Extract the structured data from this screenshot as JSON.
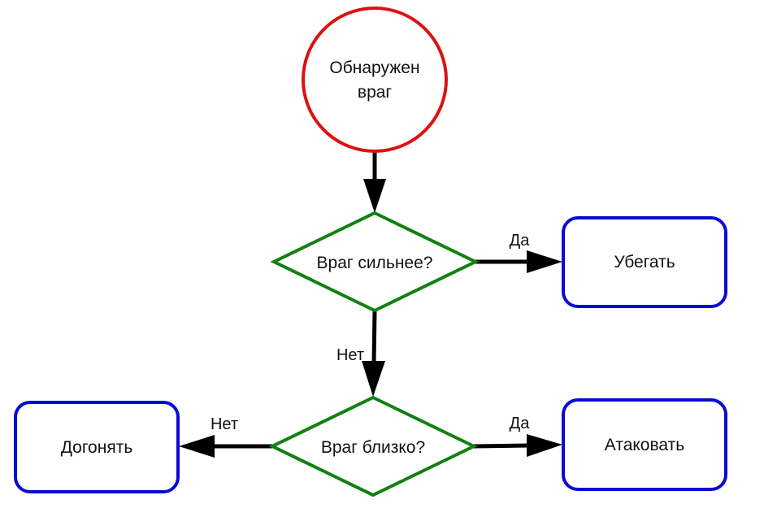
{
  "diagram": {
    "type": "flowchart",
    "colors": {
      "start": "#dd1111",
      "decision": "#118011",
      "action": "#0a0ad0",
      "edge": "#000000",
      "background": "#ffffff"
    },
    "nodes": {
      "start": {
        "shape": "circle",
        "lines": [
          "Обнаружен",
          "враг"
        ]
      },
      "decision_stronger": {
        "shape": "diamond",
        "label": "Враг сильнее?"
      },
      "decision_close": {
        "shape": "diamond",
        "label": "Враг близко?"
      },
      "flee": {
        "shape": "rounded-rect",
        "label": "Убегать"
      },
      "attack": {
        "shape": "rounded-rect",
        "label": "Атаковать"
      },
      "chase": {
        "shape": "rounded-rect",
        "label": "Догонять"
      }
    },
    "edges": [
      {
        "from": "start",
        "to": "decision_stronger",
        "label": ""
      },
      {
        "from": "decision_stronger",
        "to": "flee",
        "label": "Да"
      },
      {
        "from": "decision_stronger",
        "to": "decision_close",
        "label": "Нет"
      },
      {
        "from": "decision_close",
        "to": "attack",
        "label": "Да"
      },
      {
        "from": "decision_close",
        "to": "chase",
        "label": "Нет"
      }
    ]
  }
}
